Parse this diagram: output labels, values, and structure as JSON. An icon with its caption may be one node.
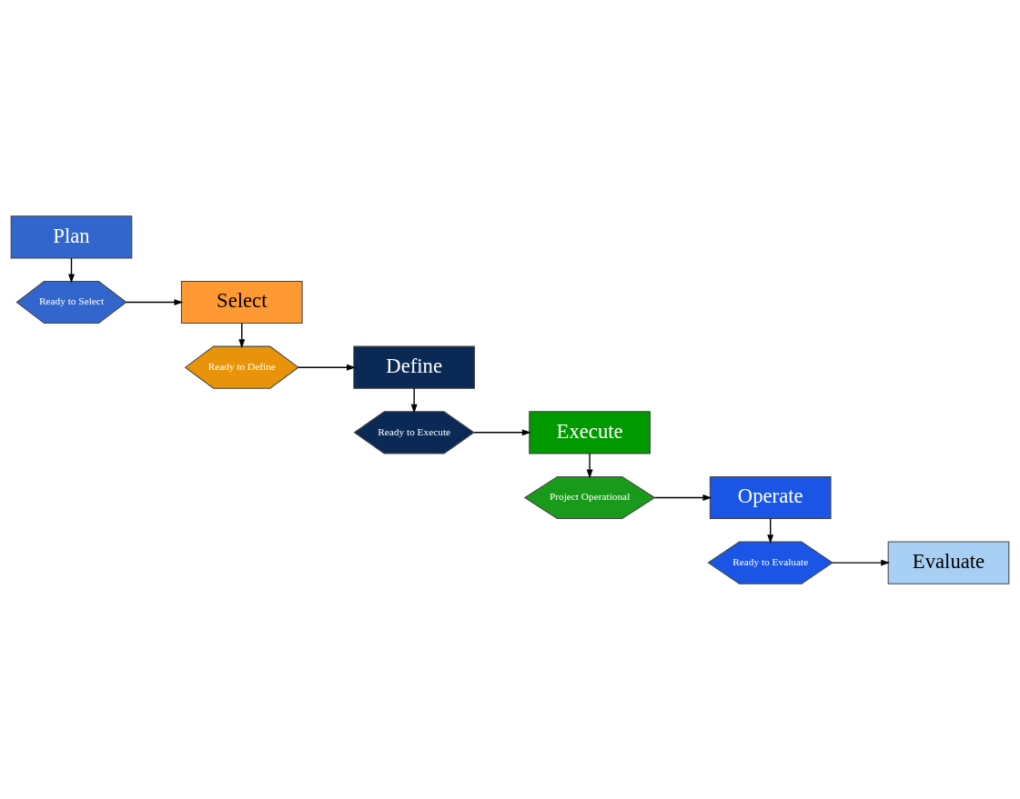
{
  "diagram": {
    "nodes": [
      {
        "text": [
          "Plan"
        ]
      },
      {
        "text": [
          "Ready to Select"
        ]
      },
      {
        "text": [
          "Select"
        ]
      },
      {
        "text": [
          "Ready to Define"
        ]
      },
      {
        "text": [
          "Define"
        ]
      },
      {
        "text": [
          "Ready to Execute"
        ]
      },
      {
        "text": [
          "Execute"
        ]
      },
      {
        "text": [
          "Project Operational"
        ]
      },
      {
        "text": [
          "Operate"
        ]
      },
      {
        "text": [
          "Ready to Evaluate"
        ]
      },
      {
        "text": [
          "Evaluate"
        ]
      }
    ],
    "edges": [
      {
        "from": 0,
        "to": 1,
        "arrow": "to"
      },
      {
        "from": 1,
        "to": 2,
        "arrow": "to"
      },
      {
        "from": 2,
        "to": 3,
        "arrow": "to"
      },
      {
        "from": 3,
        "to": 4,
        "arrow": "to"
      },
      {
        "from": 4,
        "to": 5,
        "arrow": "to"
      },
      {
        "from": 5,
        "to": 6,
        "arrow": "to"
      },
      {
        "from": 6,
        "to": 7,
        "arrow": "to"
      },
      {
        "from": 7,
        "to": 8,
        "arrow": "to"
      },
      {
        "from": 8,
        "to": 9,
        "arrow": "to"
      },
      {
        "from": 9,
        "to": 10,
        "arrow": "to"
      }
    ]
  }
}
